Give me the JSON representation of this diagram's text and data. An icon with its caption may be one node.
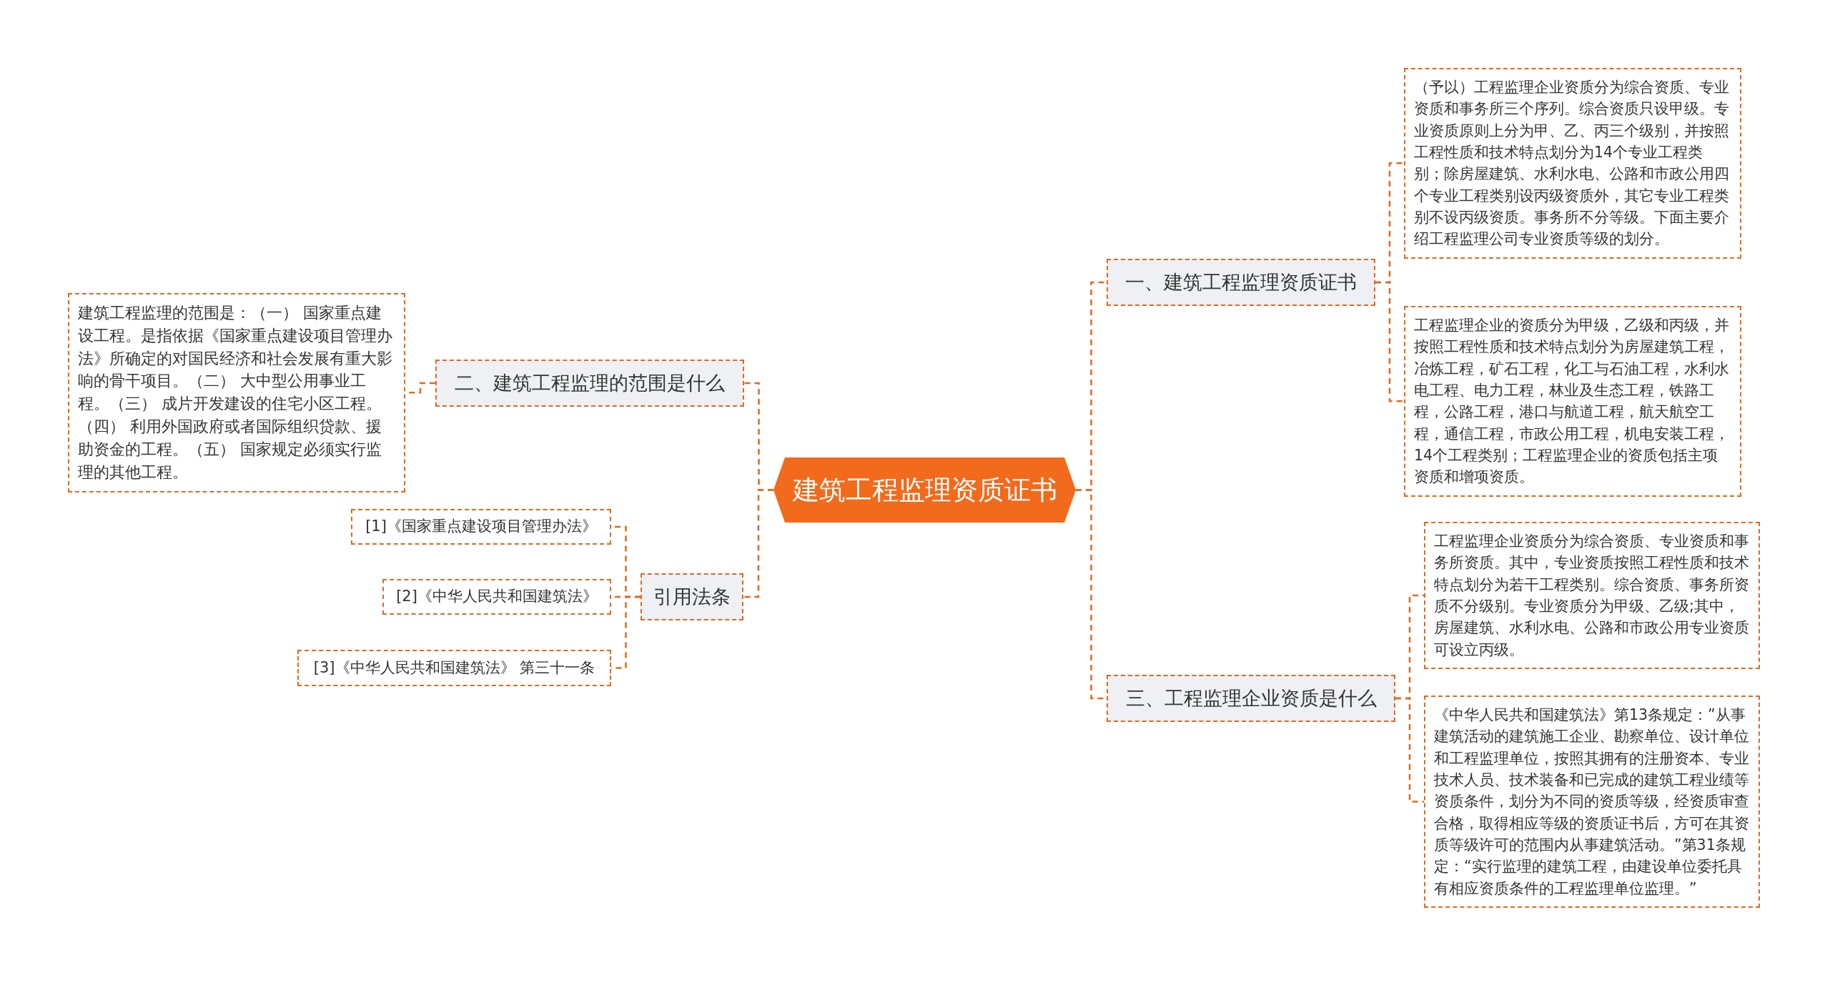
{
  "diagram": {
    "nodes": [
      {
        "text": [
          "建筑工程监理资质证书"
        ]
      },
      {
        "text": [
          "一、建筑工程监理资质证书"
        ]
      },
      {
        "text": [
          "（予以）工程监理企业资质分为综合资质、专业资质和事务所三个序列。综合资质只设甲级。专业资质原则上分为甲、乙、丙三个级别，并按照工程性质和技术特点划分为14个专业工程类别；除房屋建筑、水利水电、公路和市政公用四个专业工程类别设丙级资质外，其它专业工程类别不设丙级资质。事务所不分等级。下面主要介绍工程监理公司专业资质等级的划分。"
        ]
      },
      {
        "text": [
          "工程监理企业的资质分为甲级，乙级和丙级，并按照工程性质和技术特点划分为房屋建筑工程，冶炼工程，矿石工程，化工与石油工程，水利水电工程、电力工程，林业及生态工程，铁路工程，公路工程，港口与航道工程，航天航空工程，通信工程，市政公用工程，机电安装工程，14个工程类别；工程监理企业的资质包括主项资质和增项资质。"
        ]
      },
      {
        "text": [
          "三、工程监理企业资质是什么"
        ]
      },
      {
        "text": [
          "工程监理企业资质分为综合资质、专业资质和事务所资质。其中，专业资质按照工程性质和技术特点划分为若干工程类别。综合资质、事务所资质不分级别。专业资质分为甲级、乙级;其中，房屋建筑、水利水电、公路和市政公用专业资质可设立丙级。"
        ]
      },
      {
        "text": [
          "《中华人民共和国建筑法》第13条规定：”从事建筑活动的建筑施工企业、勘察单位、设计单位和工程监理单位，按照其拥有的注册资本、专业技术人员、技术装备和已完成的建筑工程业绩等资质条件，划分为不同的资质等级，经资质审查合格，取得相应等级的资质证书后，方可在其资质等级许可的范围内从事建筑活动。”第31条规定：“实行监理的建筑工程，由建设单位委托具有相应资质条件的工程监理单位监理。”"
        ]
      },
      {
        "text": [
          "二、建筑工程监理的范围是什么"
        ]
      },
      {
        "text": [
          "建筑工程监理的范围是：（一） 国家重点建设工程。是指依据《国家重点建设项目管理办法》所确定的对国民经济和社会发展有重大影响的骨干项目。（二） 大中型公用事业工程。（三） 成片开发建设的住宅小区工程。（四） 利用外国政府或者国际组织贷款、援助资金的工程。（五） 国家规定必须实行监理的其他工程。"
        ]
      },
      {
        "text": [
          "引用法条"
        ]
      },
      {
        "text": [
          "[1]《国家重点建设项目管理办法》"
        ]
      },
      {
        "text": [
          "[2]《中华人民共和国建筑法》"
        ]
      },
      {
        "text": [
          "[3]《中华人民共和国建筑法》 第三十一条"
        ]
      }
    ],
    "edges": [
      {
        "from": 0,
        "to": 1,
        "arrow": "none"
      },
      {
        "from": 1,
        "to": 2,
        "arrow": "none"
      },
      {
        "from": 1,
        "to": 3,
        "arrow": "none"
      },
      {
        "from": 0,
        "to": 4,
        "arrow": "none"
      },
      {
        "from": 4,
        "to": 5,
        "arrow": "none"
      },
      {
        "from": 4,
        "to": 6,
        "arrow": "none"
      },
      {
        "from": 0,
        "to": 7,
        "arrow": "none"
      },
      {
        "from": 7,
        "to": 8,
        "arrow": "none"
      },
      {
        "from": 0,
        "to": 9,
        "arrow": "none"
      },
      {
        "from": 9,
        "to": 10,
        "arrow": "none"
      },
      {
        "from": 9,
        "to": 11,
        "arrow": "none"
      },
      {
        "from": 9,
        "to": 12,
        "arrow": "none"
      }
    ]
  }
}
